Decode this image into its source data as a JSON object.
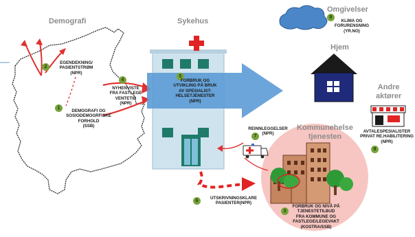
{
  "titles": {
    "demografi": "Demografi",
    "sykehus": "Sykehus",
    "omgivelser": "Omgivelser",
    "hjem": "Hjem",
    "andre": "Andre\naktører",
    "kommune": "Kommunehelse\ntjenesten"
  },
  "nodes": [
    {
      "num": "1",
      "label": "DEMOGRAFI OG\nSOSIODEMOGRFISKE\nFORHOLD\n(SSB)"
    },
    {
      "num": "2",
      "label": "EGENDEKNING/\nPASIENTSTRØM\n(NPR)"
    },
    {
      "num": "3",
      "label": "FORBRUK OG NIVÅ PÅ\nTJENESTETILBUD\nFRA KOMMUNE  OG\nFASTLEGE/LEGEVAKT\n(KOSTRA/SSB)"
    },
    {
      "num": "4",
      "label": "NYHENVISTE\nFRA FASTLEGE\nVENTETID\n(NPR)"
    },
    {
      "num": "5",
      "label": "FORBRUK OG\nUTVIKLING PÅ BRUK\nAV SPESIALIST-\nHELSETJENESTER\n(NPR)"
    },
    {
      "num": "6",
      "label": "UTSKRIVNINGSKLARE\nPASIENTER(NPR)"
    },
    {
      "num": "7",
      "label": "REINNLEGGELSER\n(NPR)"
    },
    {
      "num": "8",
      "label": "KLIMA OG\nFORURENSNING\n(YR.NO)"
    },
    {
      "num": "9",
      "label": "AVTALESPESIALISTER\nPRIVAT RE.HABILITERING\n(NPR)"
    }
  ],
  "colors": {
    "title": "#8c8c8c",
    "badge": "#78a33b",
    "arrow_red": "#e03030",
    "big_arrow": "#5b9bd5",
    "hospital": "#cfe3ee",
    "kommune_circle": "#f7c6c2",
    "cloud": "#4a86c8",
    "house": "#1f2b7a"
  },
  "icons": [
    "norway-map-icon",
    "hospital-icon",
    "cloud-icon",
    "house-icon",
    "shop-icon",
    "ambulance-icon",
    "apartment-buildings-icon",
    "tree-icon"
  ]
}
